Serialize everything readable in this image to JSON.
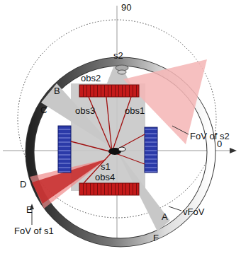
{
  "diagram": {
    "labels": [
      "90",
      "0",
      "s2",
      "obs2",
      "obs3",
      "obs1",
      "s1",
      "obs4",
      "B",
      "C",
      "D",
      "E",
      "F",
      "A",
      "FoV of s2",
      "vFoV",
      "FoV of s1"
    ]
  }
}
